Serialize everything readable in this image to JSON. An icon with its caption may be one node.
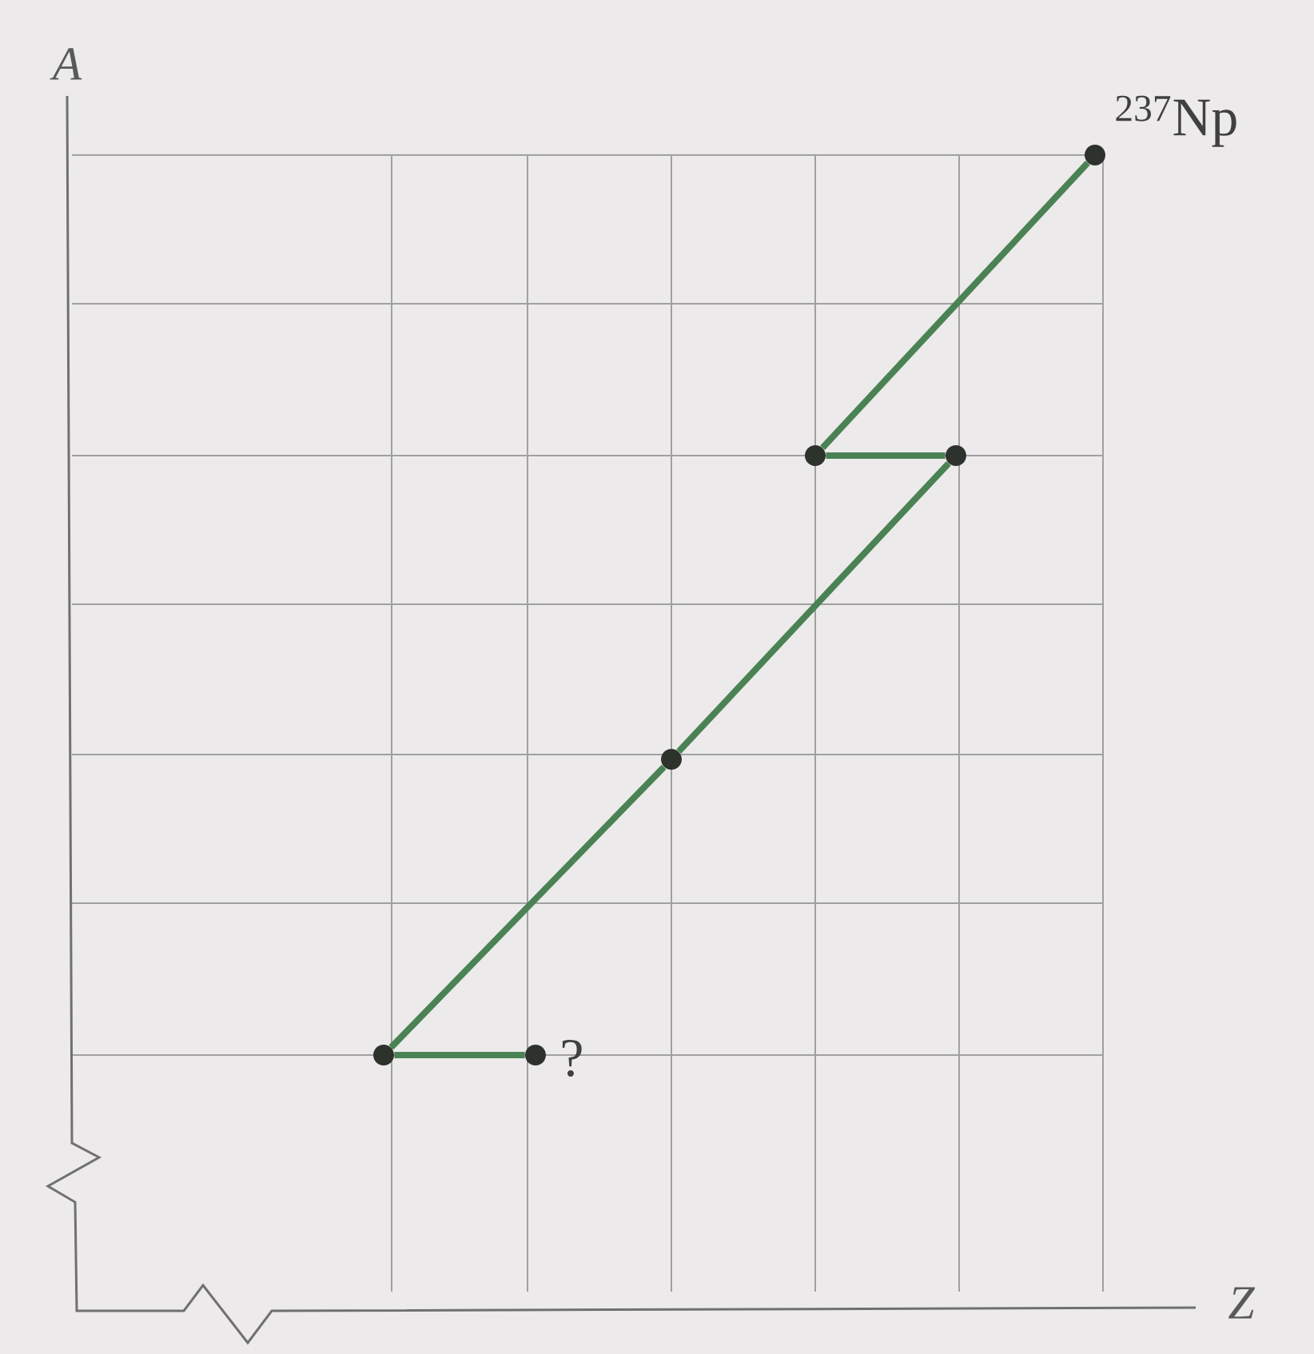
{
  "diagram": {
    "nodes": [
      {
        "text": [],
        "shape": "circle",
        "beside": [
          "$^{237}$Np"
        ]
      },
      {
        "text": [],
        "shape": "circle"
      },
      {
        "text": [],
        "shape": "circle"
      },
      {
        "text": [],
        "shape": "circle"
      },
      {
        "text": [],
        "shape": "circle"
      },
      {
        "text": [],
        "shape": "circle",
        "beside": [
          "?"
        ]
      }
    ],
    "edges": [
      {
        "from": 0,
        "to": 1,
        "arrow": "none"
      },
      {
        "from": 1,
        "to": 2,
        "arrow": "none"
      },
      {
        "from": 2,
        "to": 3,
        "arrow": "none"
      },
      {
        "from": 3,
        "to": 4,
        "arrow": "none"
      },
      {
        "from": 4,
        "to": 5,
        "arrow": "none"
      }
    ],
    "labels": [
      "A",
      "Z"
    ]
  }
}
